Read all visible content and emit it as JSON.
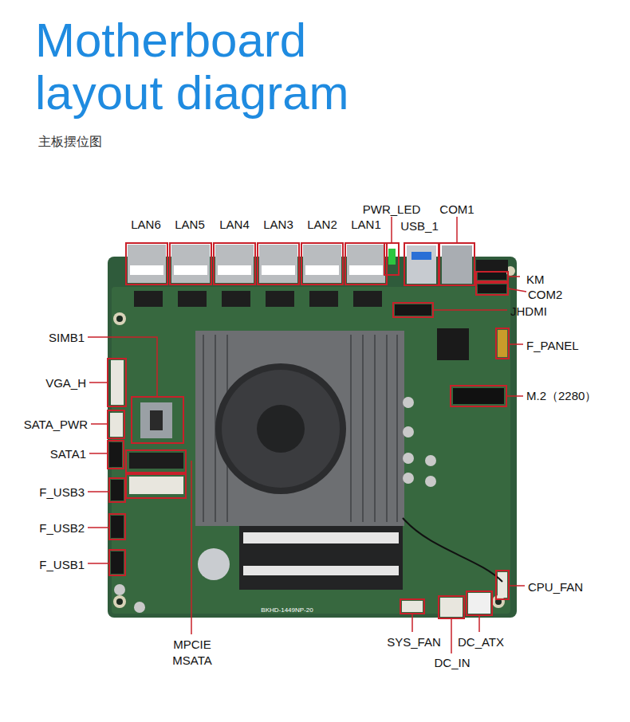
{
  "diagram": {
    "title": "Motherboard layout diagram",
    "caption": "主板摆位图",
    "labels": [
      "LAN6",
      "LAN5",
      "LAN4",
      "LAN3",
      "LAN2",
      "LAN1",
      "PWR_LED",
      "USB_1",
      "COM1",
      "KM",
      "COM2",
      "JHDMI",
      "F_PANEL",
      "M.2（2280）",
      "CPU_FAN",
      "SYS_FAN",
      "DC_ATX",
      "DC_IN",
      "MPCIE",
      "MSATA",
      "F_USB1",
      "F_USB2",
      "F_USB3",
      "SATA1",
      "SATA_PWR",
      "VGA_H",
      "SIMB1",
      "BKHD-1449NP-20"
    ]
  }
}
